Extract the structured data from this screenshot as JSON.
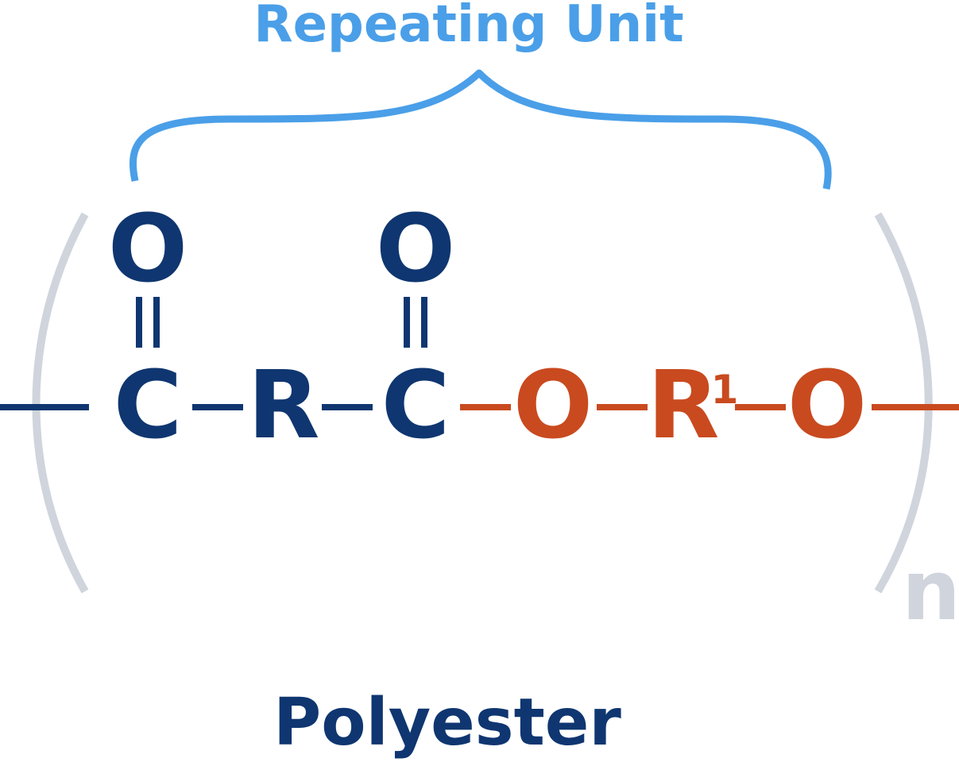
{
  "labels": {
    "repeating_unit": "Repeating Unit",
    "polymer_name": "Polyester",
    "repeat_count": "n"
  },
  "atoms": {
    "carbonyl_oxygen_1": "O",
    "carbon_1": "C",
    "r_group": "R",
    "carbonyl_oxygen_2": "O",
    "carbon_2": "C",
    "ester_oxygen_1": "O",
    "r1_group": "R",
    "r1_superscript": "1",
    "ester_oxygen_2": "O"
  },
  "colors": {
    "dark_blue": "#0f3670",
    "orange": "#c94a1f",
    "light_blue": "#4a9fe8",
    "grey": "#d0d4dc"
  }
}
